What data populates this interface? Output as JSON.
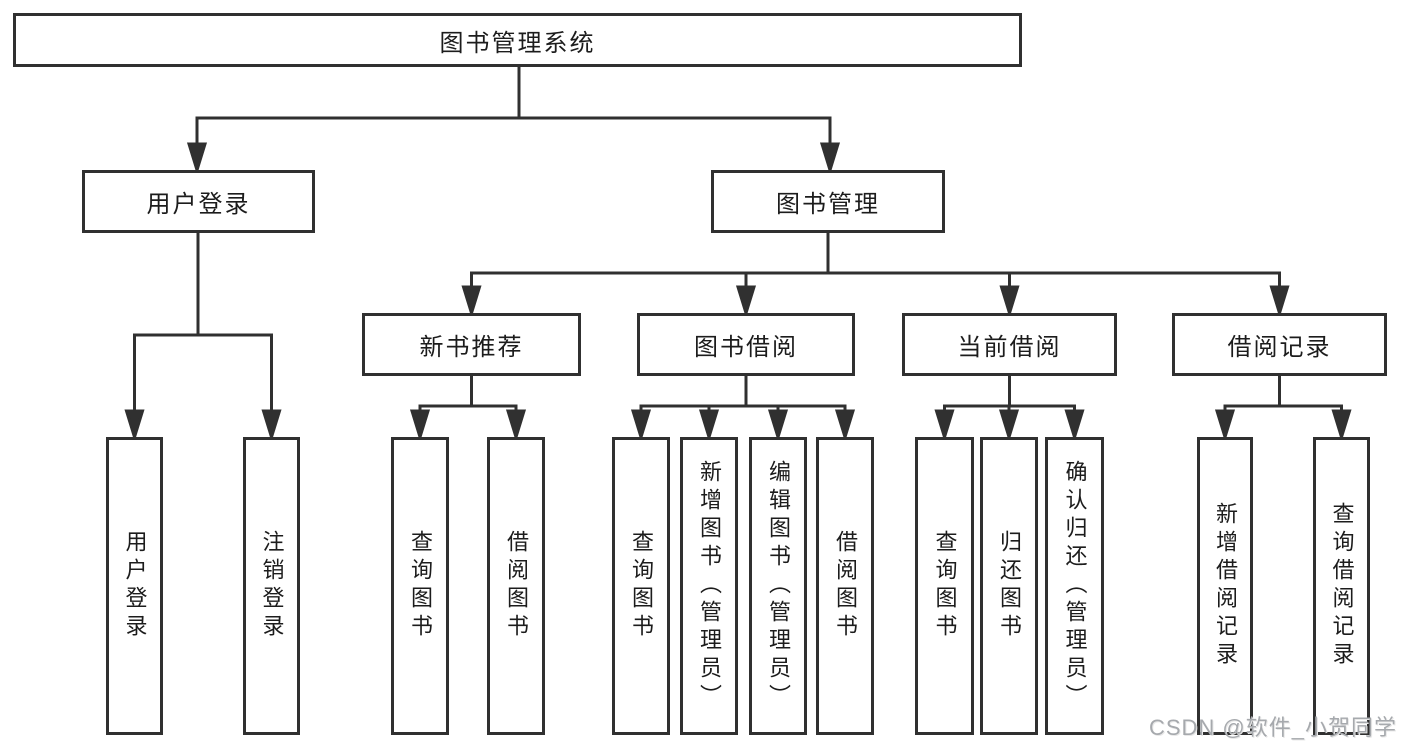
{
  "diagram": {
    "root_label": "图书管理系统",
    "user_login": {
      "label": "用户登录",
      "children": [
        "用户登录",
        "注销登录"
      ]
    },
    "book_management": {
      "label": "图书管理",
      "sections": [
        {
          "label": "新书推荐",
          "children": [
            "查询图书",
            "借阅图书"
          ]
        },
        {
          "label": "图书借阅",
          "children": [
            "查询图书",
            "新增图书（管理员）",
            "编辑图书（管理员）",
            "借阅图书"
          ]
        },
        {
          "label": "当前借阅",
          "children": [
            "查询图书",
            "归还图书",
            "确认归还（管理员）"
          ]
        },
        {
          "label": "借阅记录",
          "children": [
            "新增借阅记录",
            "查询借阅记录"
          ]
        }
      ]
    }
  },
  "watermark": "CSDN @软件_小贺同学",
  "colors": {
    "line": "#303030",
    "text": "#1c1c1c",
    "watermark": "#a6a9ad",
    "background": "#ffffff"
  }
}
